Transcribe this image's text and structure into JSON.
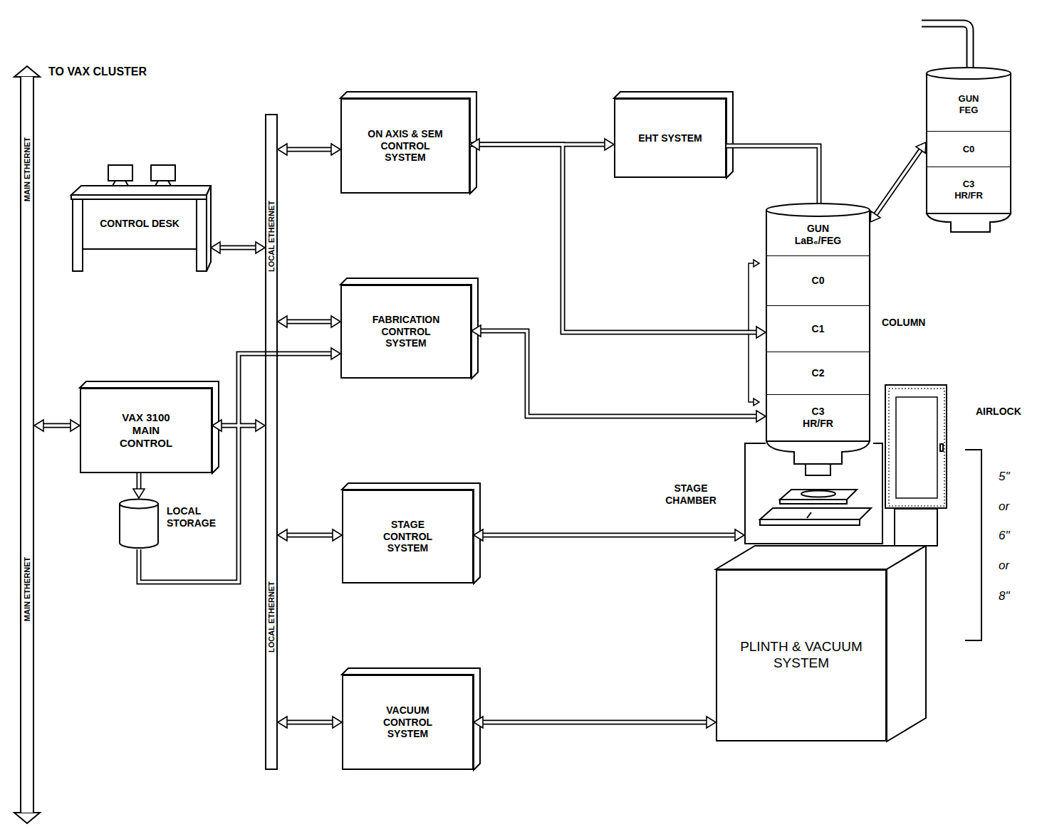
{
  "diagram": {
    "nodes": [
      {
        "text": [
          "MAIN ETHERNET",
          "MAIN ETHERNET"
        ]
      },
      {
        "text": [
          "CONTROL DESK"
        ]
      },
      {
        "text": [
          "VAX 3100 MAIN CONTROL"
        ]
      },
      {
        "text": [
          "LOCAL STORAGE"
        ]
      },
      {
        "text": [
          "LOCAL ETHERNET",
          "LOCAL ETHERNET"
        ]
      },
      {
        "text": [
          "ON AXIS & SEM CONTROL SYSTEM"
        ]
      },
      {
        "text": [
          "FABRICATION CONTROL SYSTEM"
        ]
      },
      {
        "text": [
          "STAGE CONTROL SYSTEM"
        ]
      },
      {
        "text": [
          "VACUUM CONTROL SYSTEM"
        ]
      },
      {
        "text": [
          "EHT SYSTEM"
        ]
      },
      {
        "text": [
          "GUN FEG"
        ]
      },
      {
        "text": [
          "C0"
        ]
      },
      {
        "text": [
          "C3 HR/FR"
        ]
      },
      {
        "text": [
          "COLUMN"
        ]
      },
      {
        "text": [
          "GUN LaB₆/FEG"
        ],
        "in": 13
      },
      {
        "text": [
          "C0"
        ],
        "in": 13
      },
      {
        "text": [
          "C1"
        ],
        "in": 13
      },
      {
        "text": [
          "C2"
        ],
        "in": 13
      },
      {
        "text": [
          "C3 HR/FR"
        ],
        "in": 13
      },
      {
        "text": [
          "STAGE CHAMBER"
        ]
      },
      {
        "text": [
          "AIRLOCK"
        ]
      },
      {
        "text": [
          "PLINTH & VACUUM SYSTEM"
        ]
      }
    ],
    "edges": [
      {
        "from": 0,
        "to": 2,
        "arrow": "both"
      },
      {
        "from": 1,
        "to": 4,
        "arrow": "both"
      },
      {
        "from": 2,
        "to": 4,
        "arrow": "both"
      },
      {
        "from": 2,
        "to": 3,
        "arrow": "to"
      },
      {
        "from": 3,
        "to": 6,
        "arrow": "to"
      },
      {
        "from": 4,
        "to": 5,
        "arrow": "both"
      },
      {
        "from": 4,
        "to": 6,
        "arrow": "both"
      },
      {
        "from": 4,
        "to": 7,
        "arrow": "both"
      },
      {
        "from": 4,
        "to": 8,
        "arrow": "both"
      },
      {
        "from": 5,
        "to": 9,
        "arrow": "both"
      },
      {
        "from": 5,
        "to": 13,
        "arrow": "to"
      },
      {
        "from": 9,
        "to": 14,
        "arrow": "none"
      },
      {
        "from": 6,
        "to": 18,
        "arrow": "both"
      },
      {
        "from": 7,
        "to": 19,
        "arrow": "both"
      },
      {
        "from": 8,
        "to": 21,
        "arrow": "both"
      },
      {
        "from": 11,
        "to": 14,
        "arrow": "both"
      }
    ],
    "labels": [
      "TO VAX CLUSTER",
      "5\"",
      "or",
      "6\"",
      "or",
      "8\""
    ]
  }
}
